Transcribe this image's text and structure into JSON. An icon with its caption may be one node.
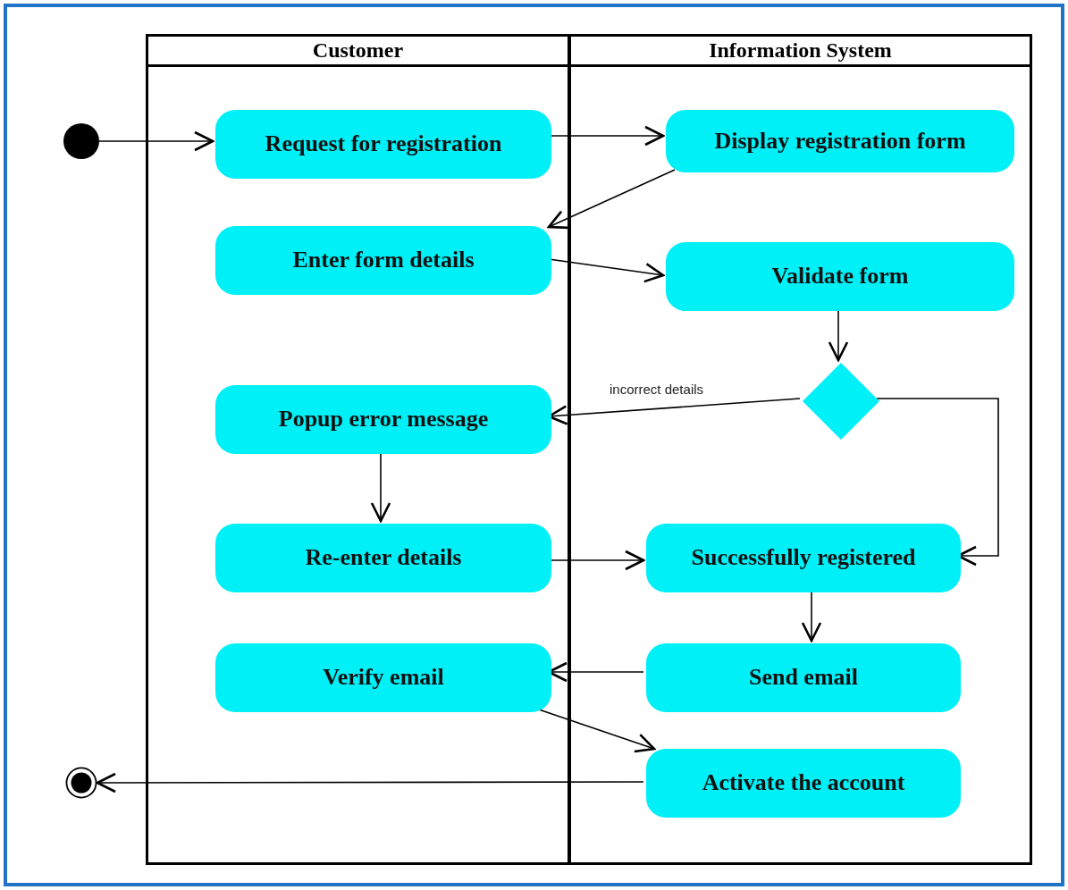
{
  "diagram": {
    "nodes": [
      {
        "text": [
          "Customer"
        ]
      },
      {
        "text": [
          "Information System"
        ]
      },
      {
        "text": [],
        "shape": "circle"
      },
      {
        "text": [
          "Request for registration"
        ],
        "in": 0
      },
      {
        "text": [
          "Display registration form"
        ],
        "in": 1
      },
      {
        "text": [
          "Enter form details"
        ],
        "in": 0
      },
      {
        "text": [
          "Validate form"
        ],
        "in": 1
      },
      {
        "text": [],
        "shape": "diamond",
        "in": 1
      },
      {
        "text": [
          "Popup error message"
        ],
        "in": 0
      },
      {
        "text": [
          "Re-enter details"
        ],
        "in": 0
      },
      {
        "text": [
          "Successfully registered"
        ],
        "in": 1
      },
      {
        "text": [
          "Send email"
        ],
        "in": 1
      },
      {
        "text": [
          "Verify email"
        ],
        "in": 0
      },
      {
        "text": [
          "Activate the account"
        ],
        "in": 1
      },
      {
        "text": [],
        "shape": "bullseye"
      }
    ],
    "edges": [
      {
        "from": 2,
        "to": 3,
        "arrow": "to"
      },
      {
        "from": 3,
        "to": 4,
        "arrow": "to"
      },
      {
        "from": 4,
        "to": 5,
        "arrow": "to"
      },
      {
        "from": 5,
        "to": 6,
        "arrow": "to"
      },
      {
        "from": 6,
        "to": 7,
        "arrow": "to"
      },
      {
        "from": 7,
        "to": 8,
        "arrow": "to",
        "label": "incorrect details"
      },
      {
        "from": 7,
        "to": 10,
        "arrow": "to"
      },
      {
        "from": 8,
        "to": 9,
        "arrow": "to"
      },
      {
        "from": 9,
        "to": 10,
        "arrow": "to"
      },
      {
        "from": 10,
        "to": 11,
        "arrow": "to"
      },
      {
        "from": 11,
        "to": 12,
        "arrow": "to"
      },
      {
        "from": 12,
        "to": 13,
        "arrow": "to"
      },
      {
        "from": 13,
        "to": 14,
        "arrow": "to"
      }
    ]
  }
}
